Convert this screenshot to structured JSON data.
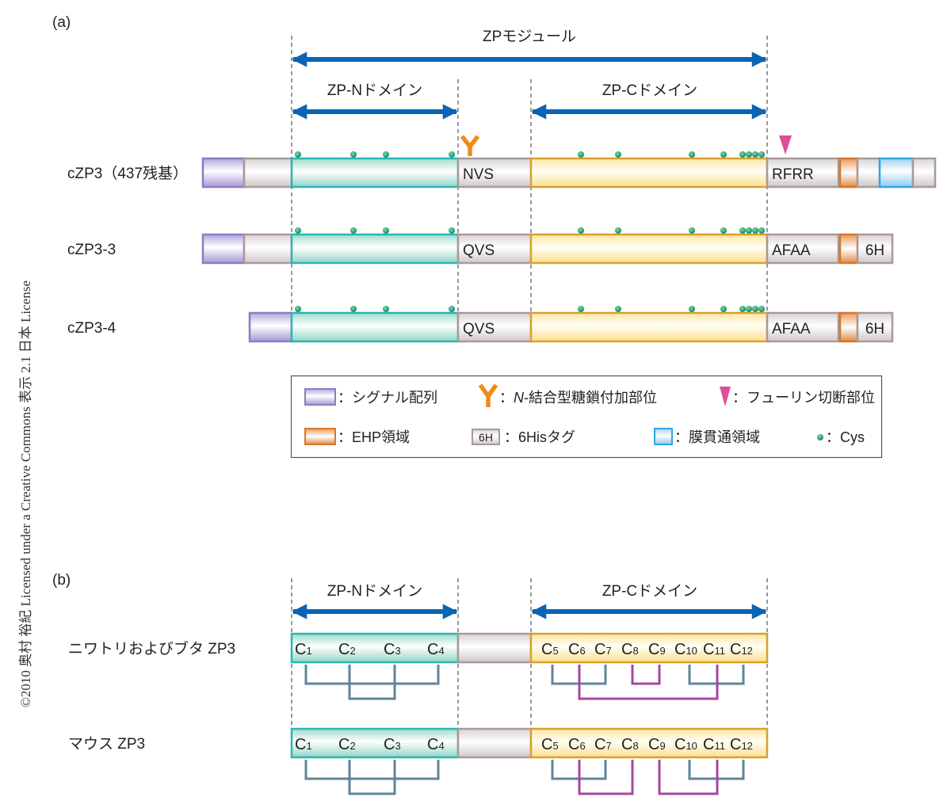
{
  "credit": "©2010 奥村 裕紀 Licensed under a Creative Commons 表示 2.1 日本 License",
  "part_a": {
    "panel_label": "(a)",
    "module_arrow_label": "ZPモジュール",
    "zpn_arrow_label": "ZP-Nドメイン",
    "zpc_arrow_label": "ZP-Cドメイン",
    "rows": [
      {
        "name": "cZP3（437残基）",
        "linker_text": "NVS",
        "cleavage_text": "RFRR",
        "has_glycosylation": true,
        "has_furin_site": true,
        "has_prepro": true,
        "tail": [
          "ehp",
          "plain",
          "tm",
          "plain"
        ],
        "tag_text": ""
      },
      {
        "name": "cZP3-3",
        "linker_text": "QVS",
        "cleavage_text": "AFAA",
        "has_glycosylation": false,
        "has_furin_site": false,
        "has_prepro": true,
        "tail": [
          "ehp",
          "tag"
        ],
        "tag_text": "6H"
      },
      {
        "name": "cZP3-4",
        "linker_text": "QVS",
        "cleavage_text": "AFAA",
        "has_glycosylation": false,
        "has_furin_site": false,
        "has_prepro": false,
        "tail": [
          "ehp",
          "tag"
        ],
        "tag_text": "6H"
      }
    ],
    "cys_count_zpn": 4,
    "cys_count_zpc": 8,
    "legend": {
      "signal": "：シグナル配列",
      "glyco_prefix": "：",
      "glyco_italic": "N",
      "glyco_rest": "-結合型糖鎖付加部位",
      "furin": "：フューリン切断部位",
      "ehp": "：EHP領域",
      "tag_box": "6H",
      "tag": "：6Hisタグ",
      "tm": "：膜貫通領域",
      "cys": "：Cys"
    }
  },
  "part_b": {
    "panel_label": "(b)",
    "zpn_arrow_label": "ZP-Nドメイン",
    "zpc_arrow_label": "ZP-Cドメイン",
    "rows": [
      {
        "name": "ニワトリおよびブタ ZP3",
        "zpn_cys": [
          "1",
          "2",
          "3",
          "4"
        ],
        "zpc_cys": [
          "5",
          "6",
          "7",
          "8",
          "9",
          "10",
          "11",
          "12"
        ],
        "disulfides": [
          {
            "a": 1,
            "b": 4,
            "level": 1,
            "color": "blue"
          },
          {
            "a": 2,
            "b": 3,
            "level": 2,
            "color": "blue"
          },
          {
            "a": 5,
            "b": 7,
            "level": 1,
            "color": "blue"
          },
          {
            "a": 8,
            "b": 9,
            "level": 1,
            "color": "purple"
          },
          {
            "a": 10,
            "b": 12,
            "level": 1,
            "color": "blue"
          },
          {
            "a": 6,
            "b": 11,
            "level": 2,
            "color": "purple"
          }
        ]
      },
      {
        "name": "マウス ZP3",
        "zpn_cys": [
          "1",
          "2",
          "3",
          "4"
        ],
        "zpc_cys": [
          "5",
          "6",
          "7",
          "8",
          "9",
          "10",
          "11",
          "12"
        ],
        "disulfides": [
          {
            "a": 1,
            "b": 4,
            "level": 1,
            "color": "blue"
          },
          {
            "a": 2,
            "b": 3,
            "level": 2,
            "color": "blue"
          },
          {
            "a": 5,
            "b": 7,
            "level": 1,
            "color": "blue"
          },
          {
            "a": 6,
            "b": 8,
            "level": 2,
            "color": "purple"
          },
          {
            "a": 10,
            "b": 12,
            "level": 1,
            "color": "blue"
          },
          {
            "a": 9,
            "b": 11,
            "level": 2,
            "color": "purple"
          }
        ]
      }
    ]
  },
  "colors": {
    "arrow": "#0a64b4",
    "signal": "#8d7cc0",
    "zpn_border": "#2bb5b5",
    "zpc_border": "#d9a030",
    "linker_border": "#a89a9a",
    "ehp": "#d9772a",
    "tm": "#2ea8e0",
    "cys": "#1f9a6e",
    "glyco": "#f08a1c",
    "furin": "#dd4f96",
    "bond_blue": "#5f8598",
    "bond_purple": "#a5479e"
  }
}
